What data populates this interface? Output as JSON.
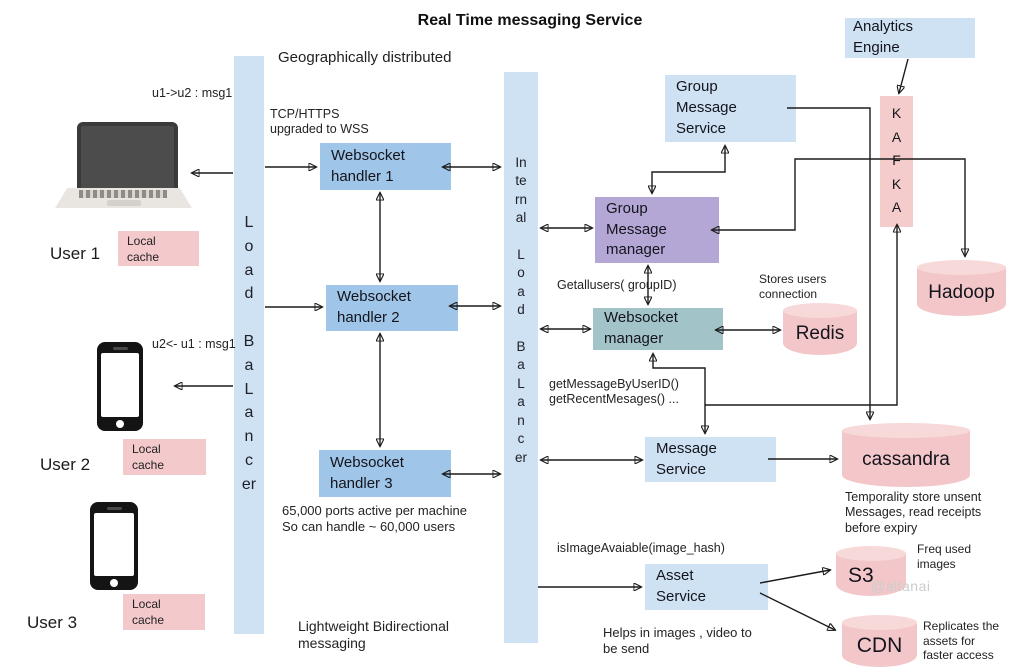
{
  "title": "Real Time messaging Service",
  "subtitle": "Geographically distributed",
  "watermark": "@altanai",
  "load_balancer": {
    "label": "L\no\na\nd\n\nB\na\nL\na\nn\nc\ner"
  },
  "internal_lb": {
    "label": "In\nte\nrn\nal\n\nL\no\na\nd\n\nB\na\nL\na\nn\nc\ner"
  },
  "handlers": {
    "h1": "Websocket\nhandler 1",
    "h2": "Websocket\nhandler 2",
    "h3": "Websocket\nhandler 3"
  },
  "services": {
    "group_message_service": "Group\nMessage\nService",
    "group_message_manager": "Group\nMessage\nmanager",
    "websocket_manager": "Websocket\nmanager",
    "message_service": "Message\nService",
    "asset_service": "Asset\nService",
    "analytics_engine": "Analytics\nEngine",
    "kafka": "K\nA\nF\nK\nA"
  },
  "datastores": {
    "redis": "Redis",
    "hadoop": "Hadoop",
    "cassandra": "cassandra",
    "s3": "S3",
    "cdn": "CDN"
  },
  "users": [
    {
      "name": "User 1",
      "cache": "Local\ncache",
      "message": "u1->u2 : msg1"
    },
    {
      "name": "User 2",
      "cache": "Local\ncache",
      "message": "u2<- u1 : msg1"
    },
    {
      "name": "User 3",
      "cache": "Local\ncache"
    }
  ],
  "annotations": {
    "tcp": "TCP/HTTPS\nupgraded to WSS",
    "ports": "65,000 ports active per machine\nSo can handle ~ 60,000 users",
    "lightweight": "Lightweight Bidirectional\nmessaging",
    "getallusers": "Getallusers( groupID)",
    "stores_users": "Stores users\nconnection",
    "get_messages": "getMessageByUserID()\ngetRecentMesages() ...",
    "temporality": "Temporality store unsent\nMessages, read receipts\nbefore expiry",
    "is_image": "isImageAvaiable(image_hash)",
    "helps": "Helps in images , video to\nbe send",
    "freq": "Freq used\nimages",
    "replicates": "Replicates the\nassets for\nfaster access"
  },
  "colors": {
    "light_blue": "#cfe2f3",
    "handler_blue": "#9fc5e8",
    "purple": "#b4a7d6",
    "teal": "#a2c4c9",
    "pink": "#f4cccc",
    "wire": "#1b1b1b"
  }
}
